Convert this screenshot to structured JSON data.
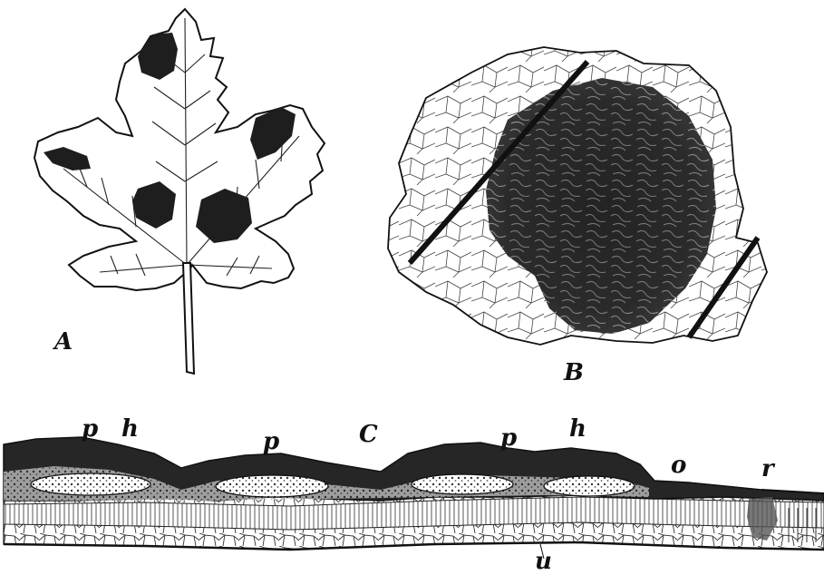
{
  "figure": {
    "labels": {
      "A": "A",
      "B": "B",
      "C": "C",
      "p1": "p",
      "h1": "h",
      "p2": "p",
      "p3": "p",
      "h2": "h",
      "o": "o",
      "r": "r",
      "u": "u"
    },
    "colors": {
      "ink": "#111111",
      "spot": "#1e1e1e",
      "paper": "#ffffff"
    }
  }
}
